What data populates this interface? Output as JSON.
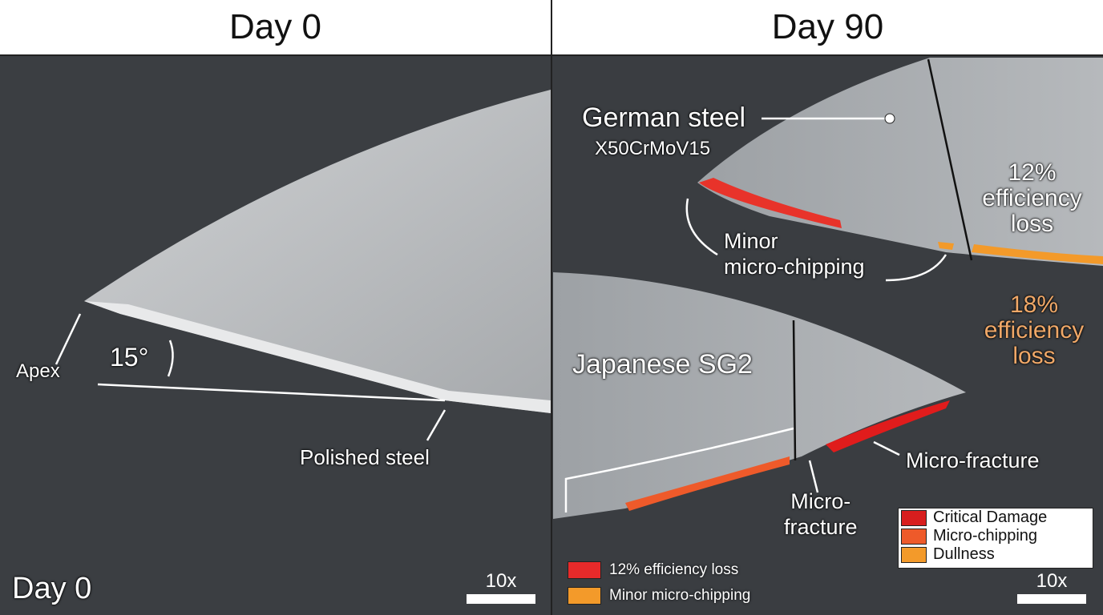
{
  "panels": {
    "left": {
      "header": "Day 0",
      "corner_label": "Day 0",
      "scale": "10x",
      "annotations": {
        "apex": "Apex",
        "angle": "15°",
        "polished": "Polished steel"
      }
    },
    "right": {
      "header": "Day 90",
      "scale": "10x",
      "german": {
        "name": "German steel",
        "grade": "X50CrMoV15",
        "loss_pct": "12%",
        "loss_text1": "efficiency",
        "loss_text2": "loss",
        "annotation1": "Minor",
        "annotation2": "micro-chipping"
      },
      "japanese": {
        "name": "Japanese SG2",
        "loss_pct": "18%",
        "loss_text1": "efficiency",
        "loss_text2": "loss",
        "fracture1": "Micro-fracture",
        "fracture2a": "Micro-",
        "fracture2b": "fracture"
      },
      "legend": [
        {
          "label": "Critical Damage",
          "color": "#d81e1e"
        },
        {
          "label": "Micro-chipping",
          "color": "#ee5a2a"
        },
        {
          "label": "Dullness",
          "color": "#f39a2a"
        }
      ],
      "legend2": [
        {
          "label": "12% efficiency loss",
          "color": "#e82a2a"
        },
        {
          "label": "Minor micro-chipping",
          "color": "#f39a2a"
        }
      ]
    }
  },
  "colors": {
    "background": "#3b3e42",
    "steel": "#b9bcbf",
    "japanese_loss": "#f0a868"
  }
}
